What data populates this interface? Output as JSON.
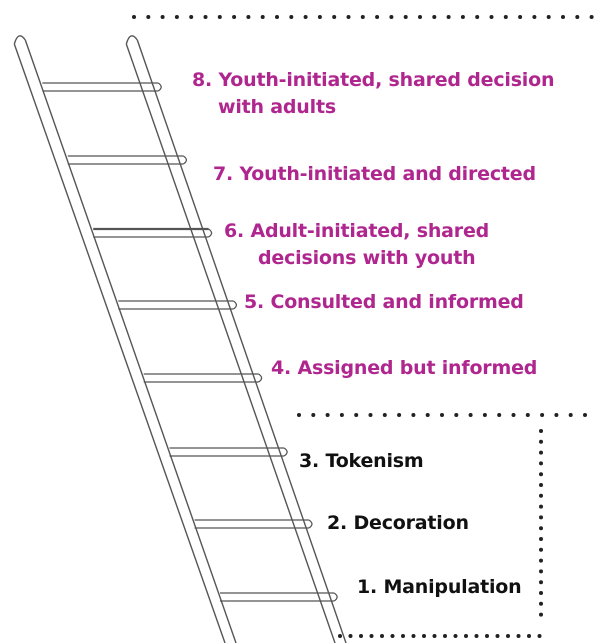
{
  "colors": {
    "participation": "#b0268f",
    "nonparticipation": "#111111",
    "ladder_stroke": "#555555",
    "dots": "#222222"
  },
  "rungs": [
    {
      "level": 8,
      "line1": "8. Youth-initiated, shared decision",
      "line2": "with adults",
      "category": "participation"
    },
    {
      "level": 7,
      "line1": "7. Youth-initiated and directed",
      "category": "participation"
    },
    {
      "level": 6,
      "line1": "6. Adult-initiated, shared",
      "line2": "decisions with youth",
      "category": "participation"
    },
    {
      "level": 5,
      "line1": "5. Consulted and informed",
      "category": "participation"
    },
    {
      "level": 4,
      "line1": "4. Assigned but informed",
      "category": "participation"
    },
    {
      "level": 3,
      "line1": "3. Tokenism",
      "category": "nonparticipation"
    },
    {
      "level": 2,
      "line1": "2. Decoration",
      "category": "nonparticipation"
    },
    {
      "level": 1,
      "line1": "1. Manipulation",
      "category": "nonparticipation"
    }
  ]
}
